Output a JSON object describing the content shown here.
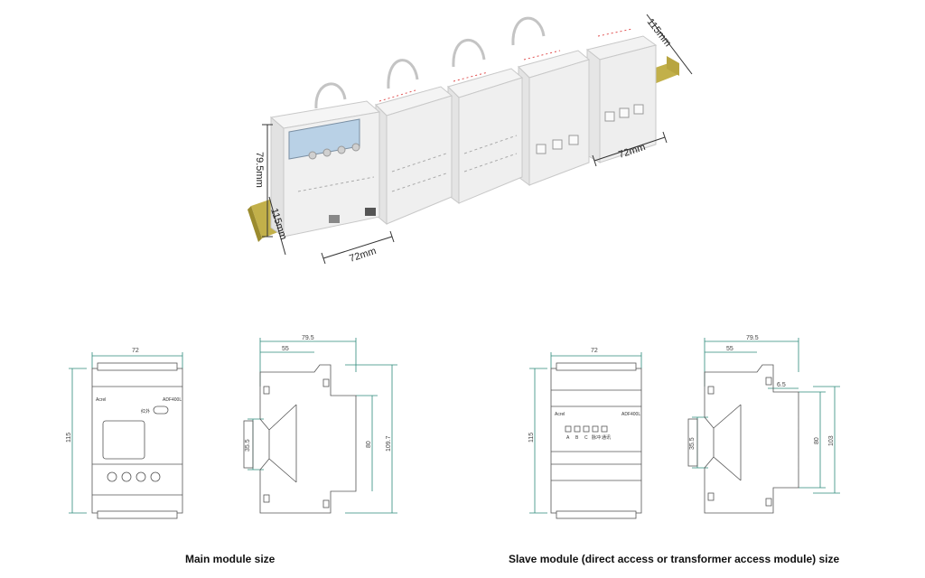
{
  "product_view": {
    "dims": {
      "height": "79.5mm",
      "depth_left": "115mm",
      "width_front": "72mm",
      "depth_right": "115mm",
      "width_right": "72mm"
    }
  },
  "main_module": {
    "front_dims": {
      "width": "72",
      "height": "115"
    },
    "side_dims": {
      "overall": "79.5",
      "inner": "55",
      "rail": "35.5",
      "body": "80",
      "total": "109.7"
    },
    "brand": "Acrel",
    "model": "ADF400L",
    "badge": "红外",
    "caption": "Main module size"
  },
  "slave_module": {
    "front_dims": {
      "width": "72",
      "height": "115"
    },
    "side_dims": {
      "overall": "79.5",
      "inner": "55",
      "rail": "35.5",
      "body": "80",
      "total": "103",
      "step": "6.5"
    },
    "brand": "Acrel",
    "model": "ADF400L",
    "terminal_labels": [
      "A",
      "B",
      "C",
      "脉冲",
      "通讯"
    ],
    "caption": "Slave module (direct access or transformer access module) size"
  }
}
